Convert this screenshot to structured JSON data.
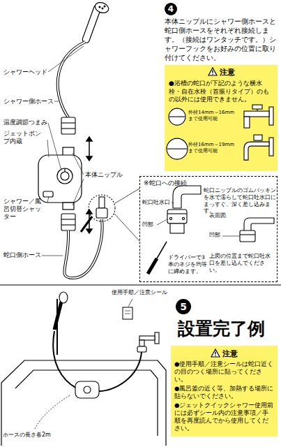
{
  "diagram": {
    "nodes": [
      {
        "text": [
          "4"
        ]
      },
      {
        "text": [
          "注意",
          "●浴槽の蛇口が下記のような横水栓・自在水栓（首振りタイプ）のもの以外には使用できません。",
          "外径14mm～16mm まで使用可能",
          "外径16mm～19mm まで使用可能"
        ]
      },
      {
        "text": [
          "※蛇口への接続"
        ]
      },
      {
        "text": [
          "5"
        ]
      },
      {
        "text": [
          "注意",
          "●使用手順／注意シールは蛇口近くの目のつく場所に貼ってください。",
          "●風呂釜の近く等、加熱する場所に貼らないでください。",
          "●ジェットクイックシャワー使用前には必ずシール内の注意事項／手順を再度読んでから使用してください。"
        ]
      }
    ],
    "labels": [
      "本体ニップルにシャワー側ホースと蛇口側ホースをそれぞれ接続します。（接続はワンタッチです。）シャワーフックをお好みの位置に取り付けてください。",
      "シャワーヘッド",
      "シャワー側ホース",
      "温度調節つまみ",
      "ジェットポンプ内蔵",
      "本体ニップル",
      "シャワー／風呂切替シャッター",
      "蛇口側ホース",
      "蛇口吐水口",
      "凹部",
      "蛇口ニップルのゴムパッキンを水で濡らして蛇口吐水口にまっすぐ、深く差し込みます。",
      "ドライバーで3本のネジを均等に締めます。",
      "表面図",
      "凹部",
      "上図の位置まで蛇口吐水口を差し込んでください。",
      "設置完了例",
      "使用手順／注意シール",
      "ホースの長さ各2m"
    ]
  }
}
